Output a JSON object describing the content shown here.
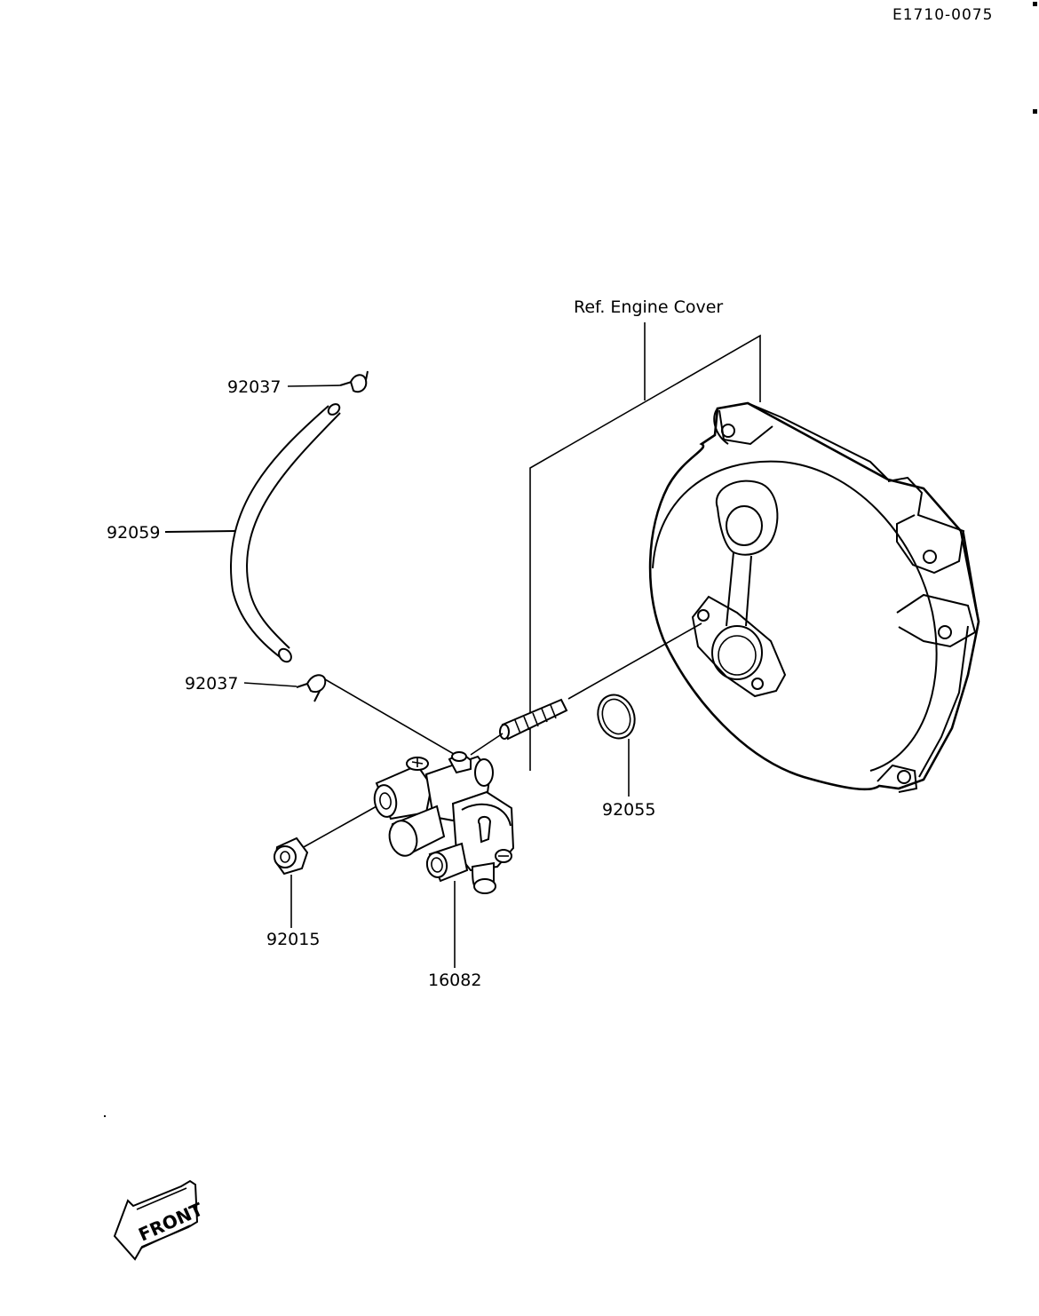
{
  "diagram_code": "E1710-0075",
  "reference_label": "Ref. Engine Cover",
  "parts": [
    {
      "number": "92037",
      "position": "upper"
    },
    {
      "number": "92059"
    },
    {
      "number": "92037",
      "position": "lower"
    },
    {
      "number": "92055"
    },
    {
      "number": "92015"
    },
    {
      "number": "16082"
    }
  ],
  "front_indicator": "FRONT"
}
